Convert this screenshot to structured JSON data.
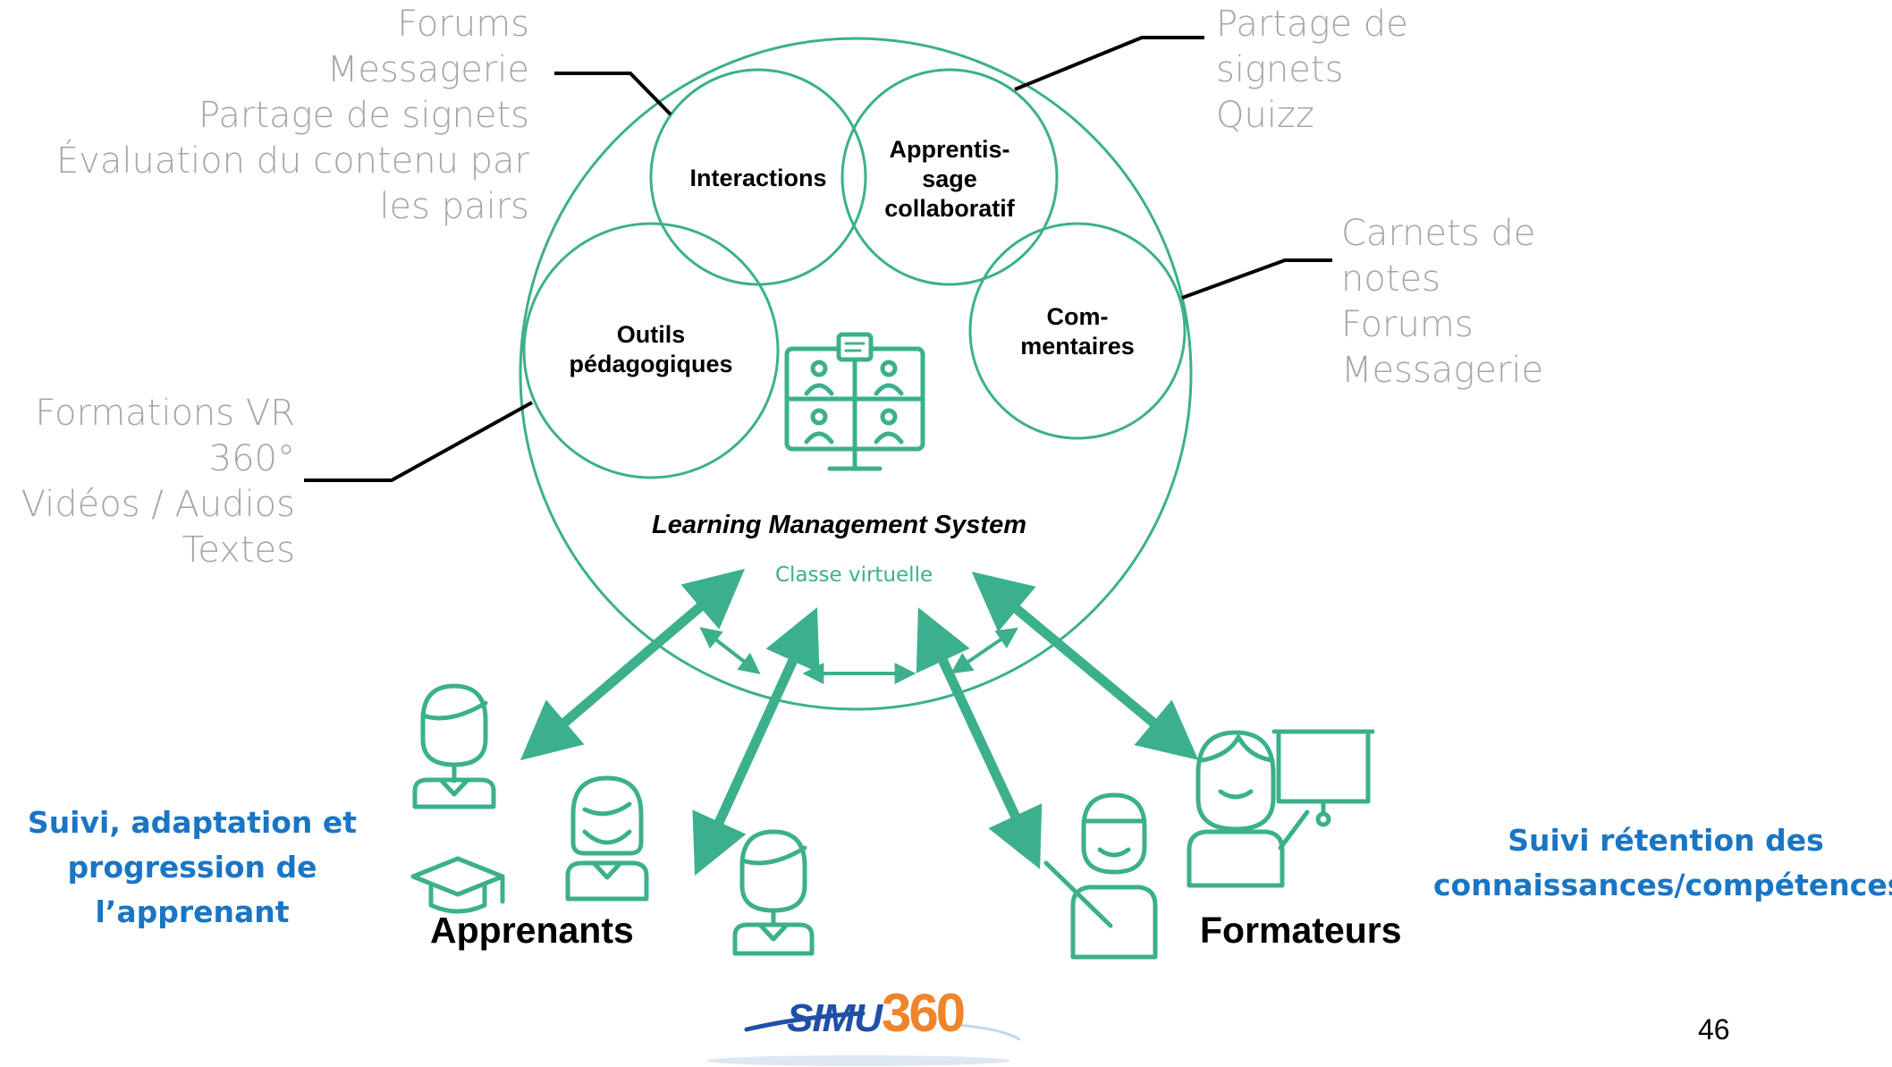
{
  "annotations": {
    "top_left": [
      "Forums",
      "Messagerie",
      "Partage de signets",
      "Évaluation du contenu par",
      "les pairs"
    ],
    "top_right": [
      "Partage de",
      "signets",
      "Quizz"
    ],
    "right": [
      "Carnets de",
      "notes",
      "Forums",
      "Messagerie"
    ],
    "left": [
      "Formations VR",
      "360°",
      "Vidéos / Audios",
      "Textes"
    ]
  },
  "circles": {
    "interactions": [
      "Interactions"
    ],
    "apprentissage": [
      "Apprentis-",
      "sage",
      "collaboratif"
    ],
    "outils": [
      "Outils",
      "pédagogiques"
    ],
    "commentaires": [
      "Com-",
      "mentaires"
    ]
  },
  "lms": {
    "title": "Learning Management System",
    "subtitle": "Classe virtuelle"
  },
  "groups": {
    "learners": "Apprenants",
    "trainers": "Formateurs"
  },
  "notes": {
    "left": [
      "Suivi, adaptation et",
      "progression de",
      "l’apprenant"
    ],
    "right": [
      "Suivi rétention des",
      "connaissances/compétences"
    ]
  },
  "logo": {
    "part1": "SIMU",
    "part2": "360"
  },
  "page_number": "46",
  "colors": {
    "accent": "#3cb08c",
    "annotation": "#a6a6a6",
    "note": "#1a75c4",
    "line": "#000000"
  }
}
